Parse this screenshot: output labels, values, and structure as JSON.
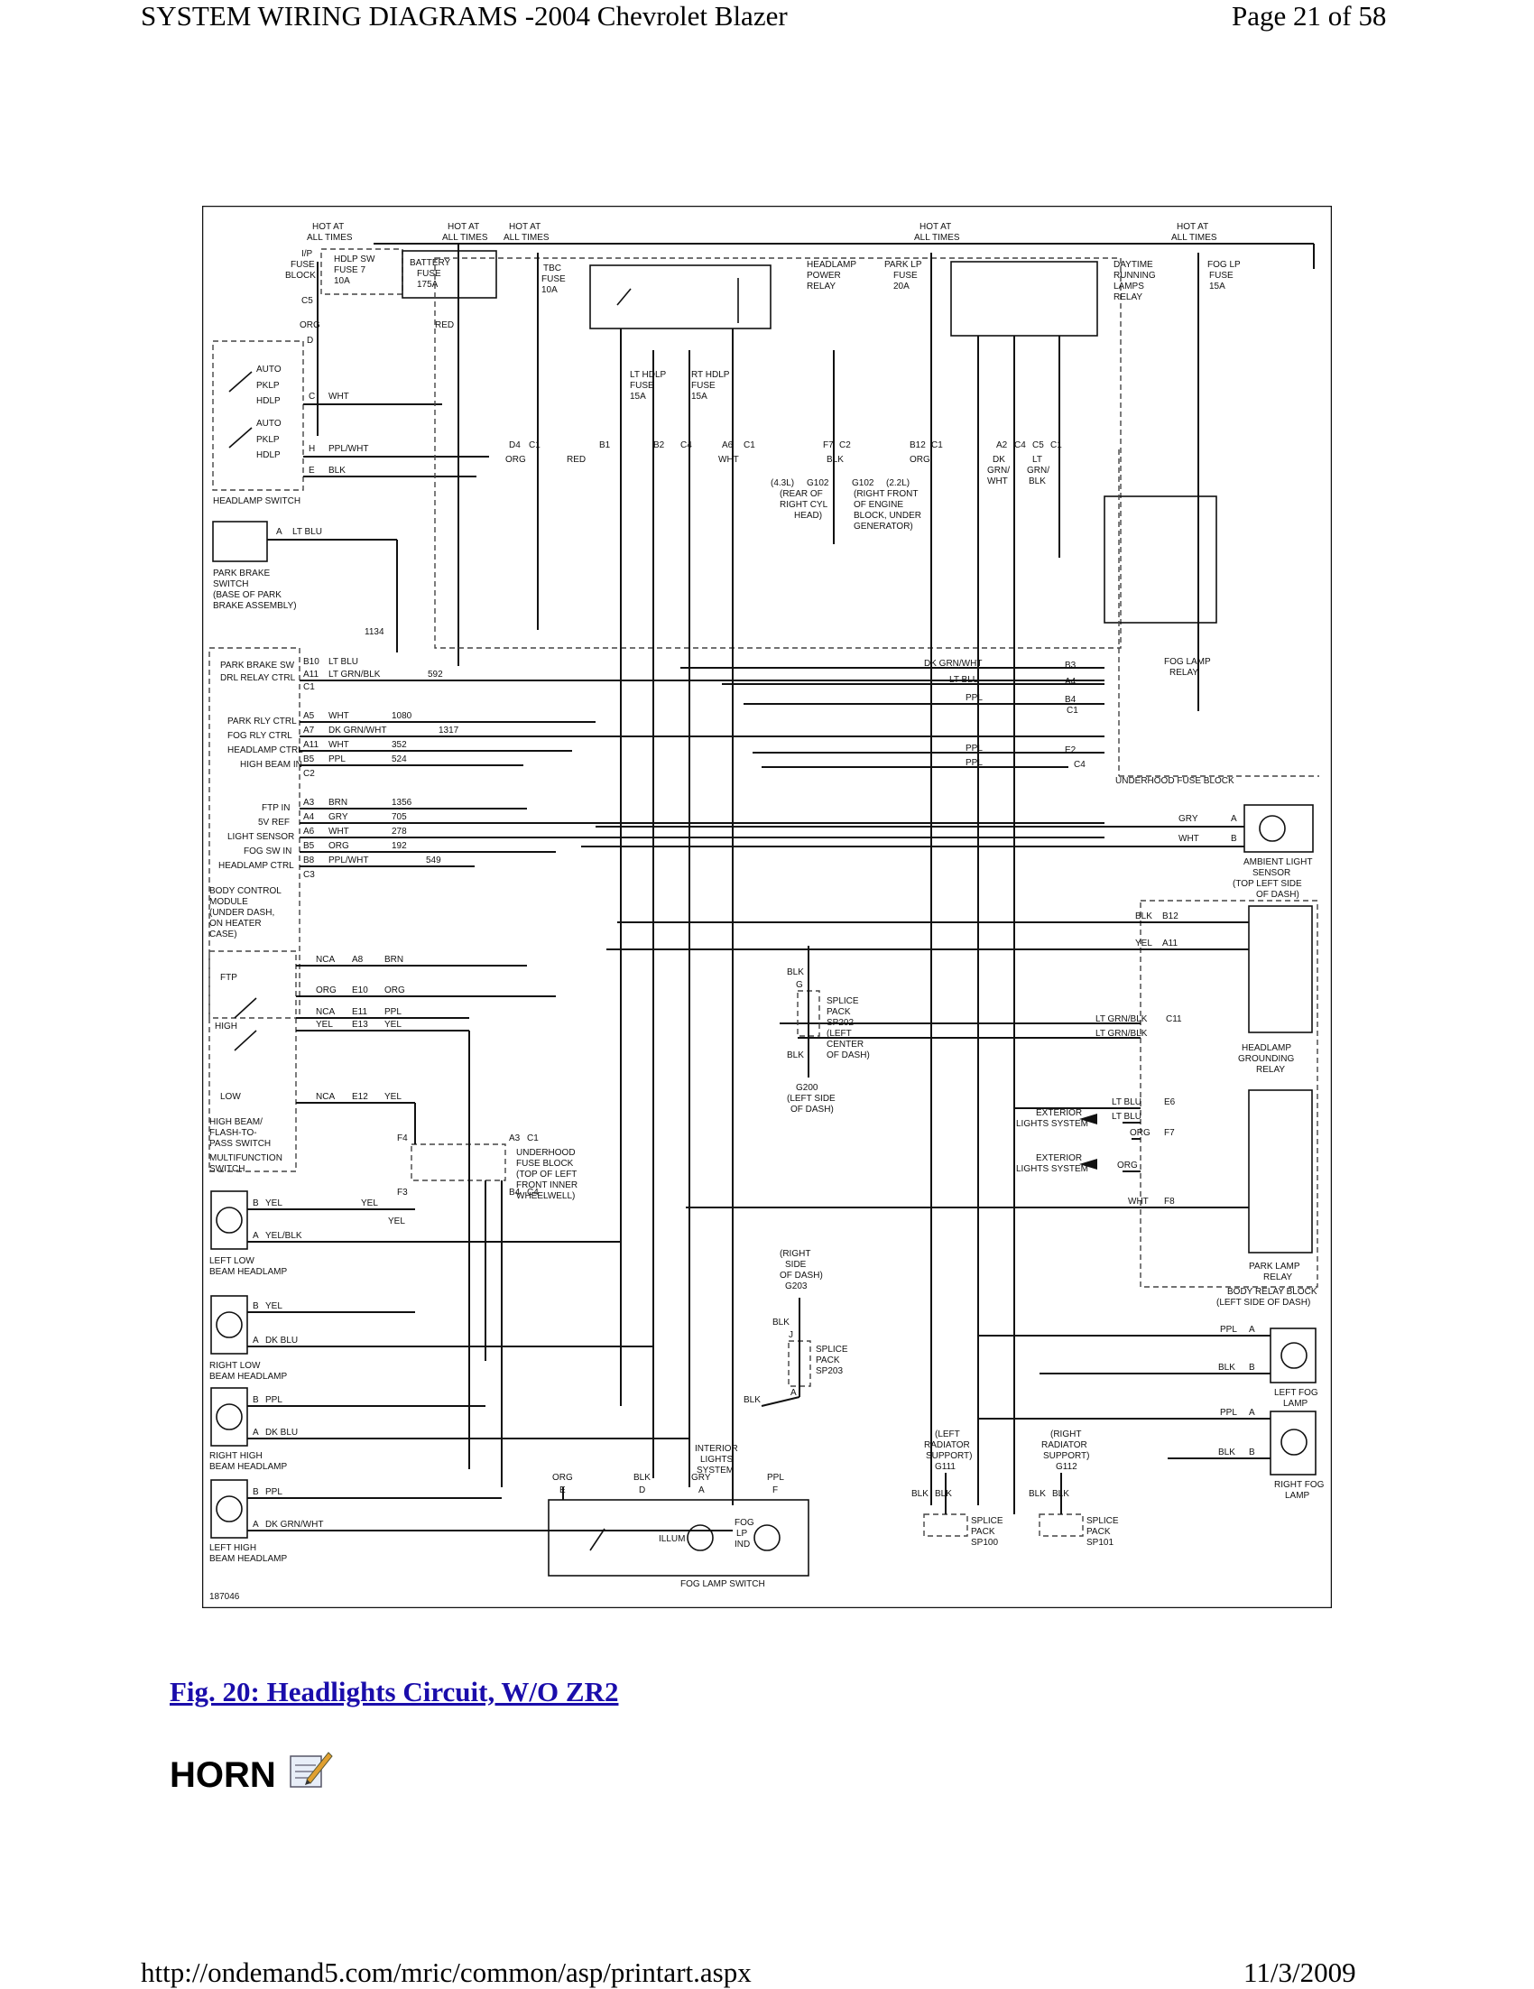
{
  "header": {
    "title": "SYSTEM WIRING DIAGRAMS -2004 Chevrolet Blazer",
    "page": "Page 21 of 58"
  },
  "footer": {
    "url": "http://ondemand5.com/mric/common/asp/printart.aspx",
    "date": "11/3/2009"
  },
  "diagram": {
    "figure_id": "187046",
    "hot_at_all_times": "HOT AT ALL TIMES",
    "components": [
      "I/P FUSE BLOCK",
      "HDLP SW FUSE 7 10A",
      "BATTERY FUSE 175A",
      "TBC FUSE 10A",
      "HEADLAMP POWER RELAY",
      "PARK LP FUSE 20A",
      "DAYTIME RUNNING LAMPS RELAY",
      "FOG LP FUSE 15A",
      "LT HDLP FUSE 15A",
      "RT HDLP FUSE 15A",
      "HEADLAMP SWITCH",
      "PARK BRAKE SWITCH (BASE OF PARK BRAKE ASSEMBLY)",
      "BODY CONTROL MODULE (UNDER DASH, ON HEATER CASE)",
      "HIGH BEAM/ FLASH-TO- PASS SWITCH",
      "MULTIFUNCTION SWITCH",
      "UNDERHOOD FUSE BLOCK",
      "FOG LAMP RELAY",
      "AMBIENT LIGHT SENSOR (TOP LEFT SIDE OF DASH)",
      "HEADLAMP GROUNDING RELAY",
      "PARK LAMP RELAY",
      "BODY RELAY BLOCK (LEFT SIDE OF DASH)",
      "SPLICE PACK SP202 (LEFT CENTER OF DASH)",
      "G200 (LEFT SIDE OF DASH)",
      "SPLICE PACK SP203",
      "INTERIOR LIGHTS SYSTEM",
      "EXTERIOR LIGHTS SYSTEM",
      "LEFT LOW BEAM HEADLAMP",
      "RIGHT LOW BEAM HEADLAMP",
      "RIGHT HIGH BEAM HEADLAMP",
      "LEFT HIGH BEAM HEADLAMP",
      "LEFT FOG LAMP",
      "RIGHT FOG LAMP",
      "FOG LAMP SWITCH",
      "SPLICE PACK SP100",
      "SPLICE PACK SP101"
    ],
    "bcm_pins": [
      {
        "pin": "B10",
        "label": "PARK BRAKE SW",
        "color": "LT BLU",
        "circuit": "1134"
      },
      {
        "pin": "A11",
        "label": "DRL RELAY CTRL",
        "color": "LT GRN/BLK",
        "circuit": "592"
      },
      {
        "pin": "A5",
        "label": "PARK RLY CTRL",
        "color": "WHT",
        "circuit": "1080"
      },
      {
        "pin": "A7",
        "label": "FOG RLY CTRL",
        "color": "DK GRN/WHT",
        "circuit": "1317"
      },
      {
        "pin": "A11",
        "label": "HEADLAMP CTRL",
        "color": "WHT",
        "circuit": "352"
      },
      {
        "pin": "B5",
        "label": "HIGH BEAM IN",
        "color": "PPL",
        "circuit": "524"
      },
      {
        "pin": "A3",
        "label": "FTP IN",
        "color": "BRN",
        "circuit": "1356"
      },
      {
        "pin": "A4",
        "label": "5V REF",
        "color": "GRY",
        "circuit": "705"
      },
      {
        "pin": "A6",
        "label": "LIGHT SENSOR",
        "color": "WHT",
        "circuit": "278"
      },
      {
        "pin": "B5",
        "label": "FOG SW IN",
        "color": "ORG",
        "circuit": "192"
      },
      {
        "pin": "B8",
        "label": "HEADLAMP CTRL",
        "color": "PPL/WHT",
        "circuit": "549"
      }
    ]
  },
  "caption": "Fig. 20: Headlights Circuit, W/O ZR2",
  "section_heading": "HORN",
  "icons": {
    "note": "note-pencil-icon"
  }
}
